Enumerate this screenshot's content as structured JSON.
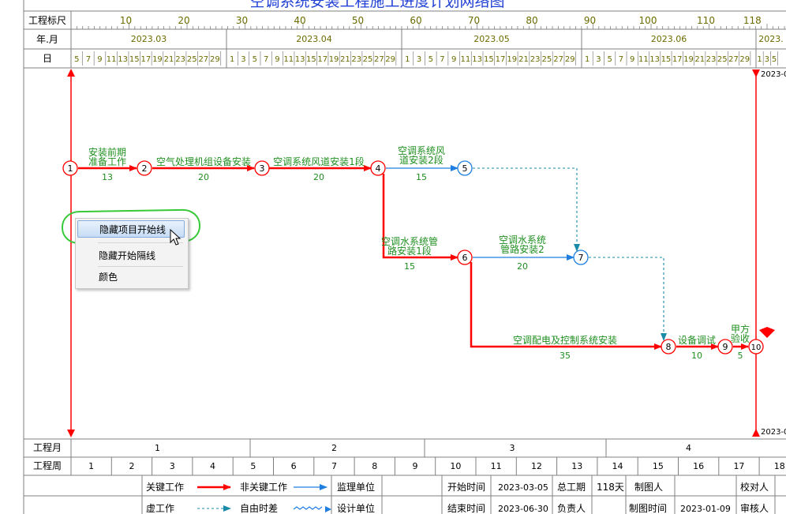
{
  "title": "空调系统安装工程施工进度计划网络图",
  "header": {
    "scale_label": "工程标尺",
    "scale_ticks": [
      "10",
      "20",
      "30",
      "40",
      "50",
      "60",
      "70",
      "80",
      "90",
      "100",
      "110",
      "118"
    ],
    "month_label": "年.月",
    "months": [
      "2023.03",
      "2023.04",
      "2023.05",
      "2023.06",
      "2023."
    ],
    "day_label": "日",
    "days_mar": [
      "5",
      "7",
      "9",
      "11",
      "13",
      "15",
      "17",
      "19",
      "21",
      "23",
      "25",
      "27",
      "29"
    ],
    "days_apr": [
      "1",
      "3",
      "5",
      "7",
      "9",
      "11",
      "13",
      "15",
      "17",
      "19",
      "21",
      "23",
      "25",
      "27",
      "29"
    ],
    "days_may": [
      "1",
      "3",
      "5",
      "7",
      "9",
      "11",
      "13",
      "15",
      "17",
      "19",
      "21",
      "23",
      "25",
      "27",
      "29"
    ],
    "days_jun": [
      "1",
      "3",
      "5",
      "7",
      "9",
      "11",
      "13",
      "15",
      "17",
      "19",
      "21",
      "23",
      "25",
      "27",
      "29"
    ],
    "days_jul": [
      "1",
      "3",
      "5"
    ]
  },
  "date_marks": {
    "top": "2023-0",
    "bottom": "2023-0"
  },
  "network": {
    "nodes": [
      "1",
      "2",
      "3",
      "4",
      "5",
      "6",
      "7",
      "8",
      "9",
      "10"
    ],
    "tasks": [
      {
        "name_lines": [
          "安装前期",
          "准备工作"
        ],
        "duration": "13"
      },
      {
        "name_lines": [
          "空气处理机组设备安装"
        ],
        "duration": "20"
      },
      {
        "name_lines": [
          "空调系统风道安装1段"
        ],
        "duration": "20"
      },
      {
        "name_lines": [
          "空调系统风",
          "道安装2段"
        ],
        "duration": "15"
      },
      {
        "name_lines": [
          "空调水系统管",
          "路安装1段"
        ],
        "duration": "15"
      },
      {
        "name_lines": [
          "空调水系统",
          "管路安装2"
        ],
        "duration": "20"
      },
      {
        "name_lines": [
          "空调配电及控制系统安装"
        ],
        "duration": "35"
      },
      {
        "name_lines": [
          "设备调试"
        ],
        "duration": "10"
      },
      {
        "name_lines": [
          "甲方",
          "验收"
        ],
        "duration": "5"
      }
    ]
  },
  "context_menu": {
    "items": [
      "隐藏项目开始线",
      "隐藏开始隔线",
      "颜色"
    ]
  },
  "footer": {
    "month_label": "工程月",
    "months": [
      "1",
      "2",
      "3",
      "4"
    ],
    "week_label": "工程周",
    "weeks": [
      "1",
      "2",
      "3",
      "4",
      "5",
      "6",
      "7",
      "8",
      "9",
      "10",
      "11",
      "12",
      "13",
      "14",
      "15",
      "16",
      "17",
      "18"
    ],
    "legend": {
      "critical": "关键工作",
      "noncritical": "非关键工作",
      "dummy": "虚工作",
      "float": "自由时差"
    },
    "info": {
      "supervisor_label": "监理单位",
      "design_label": "设计单位",
      "start_label": "开始时间",
      "start_value": "2023-03-05",
      "end_label": "结束时间",
      "end_value": "2023-06-30",
      "duration_label": "总工期",
      "duration_value": "118天",
      "manager_label": "负责人",
      "drawer_label": "制图人",
      "draw_date_label": "制图时间",
      "draw_date_value": "2023-01-09",
      "checker_label": "校对人",
      "reviewer_label": "审核人"
    }
  },
  "colors": {
    "critical": "#ff0000",
    "noncritical": "#1e7fe0",
    "dummy": "#1a8ca8",
    "label_green": "#1f8f1f",
    "header_text": "#6b6b00",
    "title_blue": "#1f3fd6",
    "grid": "#808080",
    "highlight_ring": "#37c937"
  }
}
